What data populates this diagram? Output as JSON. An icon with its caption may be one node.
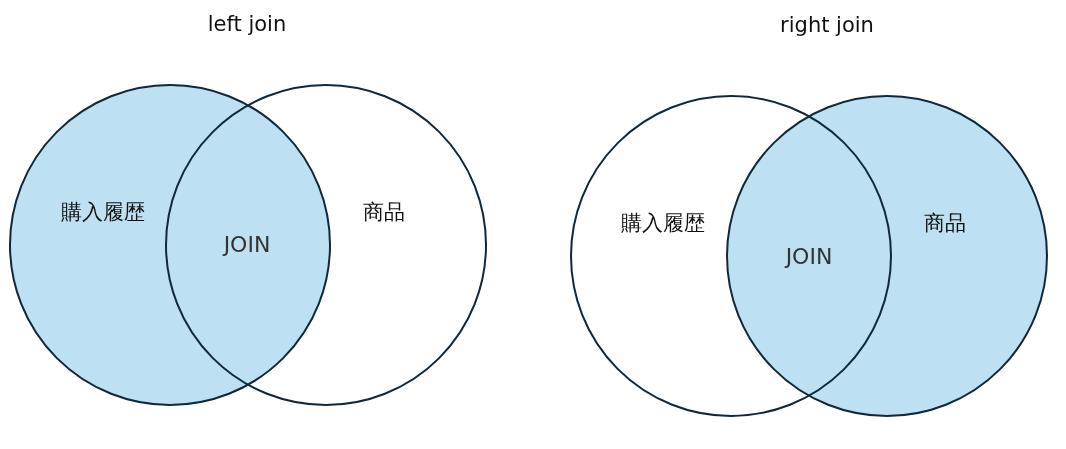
{
  "diagram": {
    "nodes": [
      {
        "text": [
          "購入履歴"
        ]
      },
      {
        "text": [
          "商品"
        ]
      },
      {
        "text": [
          "購入履歴"
        ]
      },
      {
        "text": [
          "商品"
        ]
      }
    ],
    "labels": [
      "left join",
      "right join",
      "JOIN",
      "JOIN"
    ]
  }
}
